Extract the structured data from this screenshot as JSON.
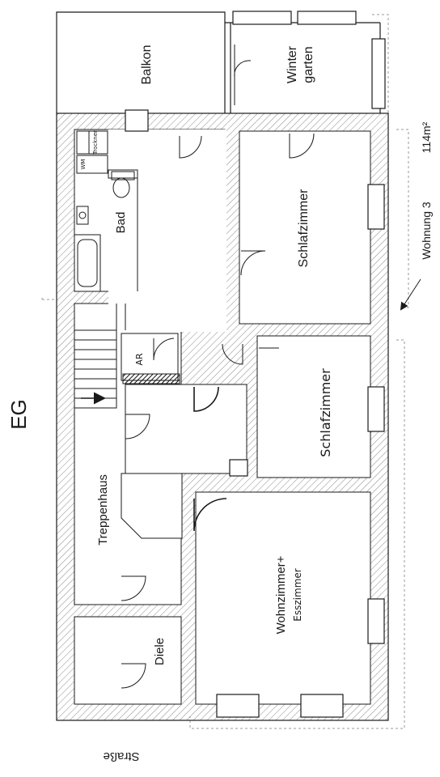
{
  "floor": "EG",
  "street": "Straße",
  "apartment": {
    "name": "Wohnung 3",
    "area": "114m²"
  },
  "rooms": {
    "balkon": "Balkon",
    "wintergarten_line1": "Winter",
    "wintergarten_line2": "garten",
    "bad": "Bad",
    "schlafzimmer_1": "Schlafzimmer",
    "schlafzimmer_2": "Schlafzimmer",
    "ar": "AR",
    "treppenhaus": "Treppenhaus",
    "wohnzimmer_line1": "Wohnzimmer+",
    "wohnzimmer_line2": "Esszimmer",
    "diele": "Diele",
    "wm": "WM",
    "trockner": "Trockner"
  },
  "colors": {
    "line": "#1a1a1a",
    "hatch": "#8a8a8a",
    "dashed": "#9a9a9a"
  }
}
